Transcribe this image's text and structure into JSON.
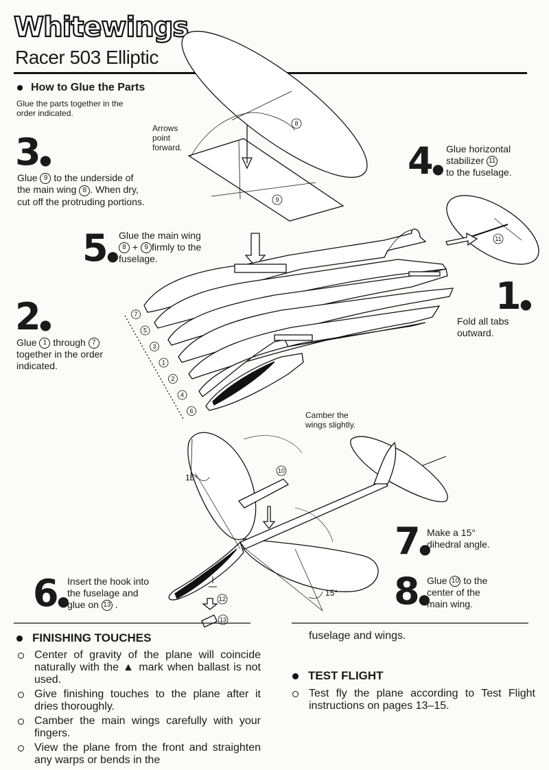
{
  "header": {
    "brand": "Whitewings",
    "model": "Racer 503 Elliptic"
  },
  "how_to_glue": {
    "title": "How to Glue the Parts",
    "intro_line1": "Glue the parts together in the",
    "intro_line2": "order indicated."
  },
  "arrows_note": {
    "line1": "Arrows",
    "line2": "point",
    "line3": "forward."
  },
  "steps": {
    "s3": {
      "num": "3",
      "l1_a": "Glue",
      "l1_mark": "9",
      "l1_b": "to the underside of",
      "l2_a": "the main wing",
      "l2_mark": "8",
      "l2_b": ". When dry,",
      "l3": "cut off the protruding portions."
    },
    "s4": {
      "num": "4",
      "l1": "Glue horizontal",
      "l2_a": "stabilizer",
      "l2_mark": "11",
      "l3": "to the fuselage."
    },
    "s5": {
      "num": "5",
      "l1": "Glue the main wing",
      "l2_mark_a": "8",
      "l2_plus": "+",
      "l2_mark_b": "9",
      "l2_b": "firmly to the",
      "l3": "fuselage."
    },
    "s1": {
      "num": "1",
      "l1": "Fold all tabs",
      "l2": "outward."
    },
    "s2": {
      "num": "2",
      "l1_a": "Glue",
      "l1_mark_a": "1",
      "l1_mid": "through",
      "l1_mark_b": "7",
      "l2": "together in the order",
      "l3": "indicated."
    },
    "s7": {
      "num": "7",
      "l1": "Make a 15°",
      "l2": "dihedral angle."
    },
    "s8": {
      "num": "8",
      "l1_a": "Glue",
      "l1_mark": "10",
      "l1_b": "to the",
      "l2": "center of the",
      "l3": "main wing."
    },
    "s6": {
      "num": "6",
      "l1": "Insert the hook into",
      "l2": "the fuselage and",
      "l3_a": "glue on",
      "l3_mark": "13"
    }
  },
  "diagram_labels": {
    "camber_l1": "Camber the",
    "camber_l2": "wings slightly.",
    "angle_left": "15°",
    "angle_right": "15°",
    "part8": "8",
    "part9": "9",
    "part10": "10",
    "part11": "11",
    "part12": "12",
    "part13": "13",
    "stack": [
      "7",
      "5",
      "3",
      "1",
      "2",
      "4",
      "6"
    ]
  },
  "finishing_touches": {
    "title": "FINISHING TOUCHES",
    "items": [
      "Center of gravity of the plane will coincide naturally with the ▲ mark when ballast is not used.",
      "Give finishing touches to the plane after it dries thoroughly.",
      "Camber the main wings carefully with your fingers.",
      "View the plane from the front and straighten any warps or bends in the"
    ],
    "continued": "fuselage and wings."
  },
  "test_flight": {
    "title": "TEST FLIGHT",
    "items": [
      "Test fly the plane according to Test Flight instructions on pages 13–15."
    ]
  }
}
